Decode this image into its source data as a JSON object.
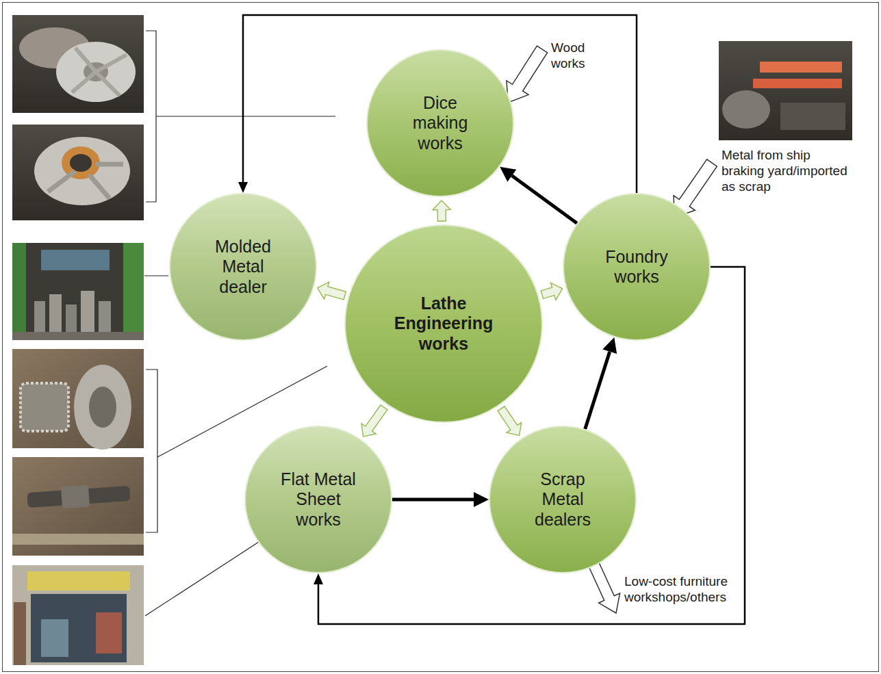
{
  "diagram": {
    "nodes": [
      {
        "text": [
          "Dice making works"
        ]
      },
      {
        "text": [
          "Molded Metal dealer"
        ]
      },
      {
        "text": [
          "Lathe Engineering works"
        ]
      },
      {
        "text": [
          "Foundry works"
        ]
      },
      {
        "text": [
          "Flat Metal Sheet works"
        ]
      },
      {
        "text": [
          "Scrap Metal dealers"
        ]
      }
    ],
    "edges": [
      {
        "from": 2,
        "to": 0,
        "arrow": "to"
      },
      {
        "from": 2,
        "to": 1,
        "arrow": "to"
      },
      {
        "from": 2,
        "to": 3,
        "arrow": "to"
      },
      {
        "from": 2,
        "to": 4,
        "arrow": "to"
      },
      {
        "from": 2,
        "to": 5,
        "arrow": "to"
      },
      {
        "from": 3,
        "to": 0,
        "arrow": "to"
      },
      {
        "from": 3,
        "to": 1,
        "arrow": "to"
      },
      {
        "from": 4,
        "to": 5,
        "arrow": "to"
      },
      {
        "from": 5,
        "to": 3,
        "arrow": "to"
      },
      {
        "from": 3,
        "to": 4,
        "arrow": "to"
      }
    ],
    "labels": [
      "Wood works",
      "Metal from ship braking yard/imported as scrap",
      "Low-cost furniture workshops/others"
    ]
  }
}
